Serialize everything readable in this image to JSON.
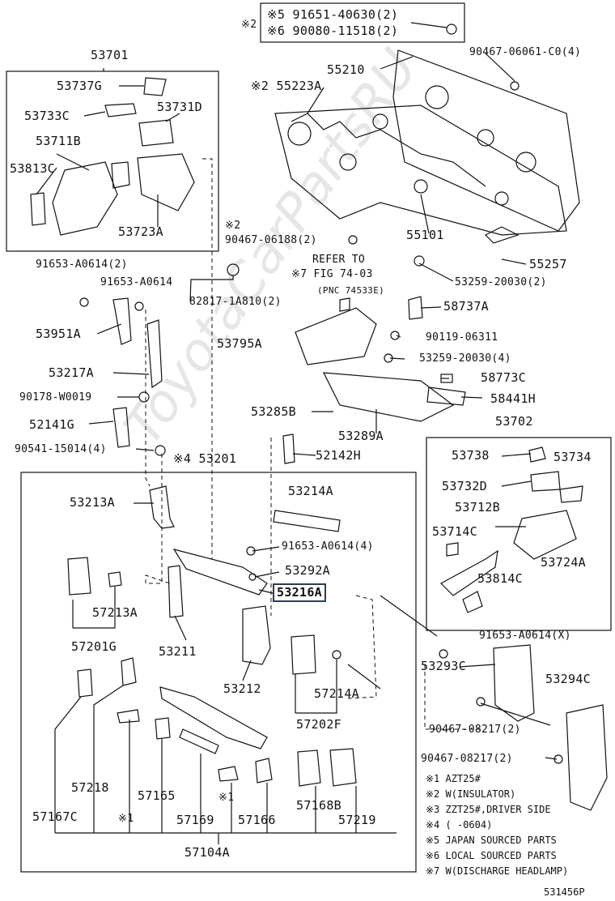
{
  "labels": [
    {
      "id": "53701",
      "text": "53701"
    },
    {
      "id": "53737G",
      "text": "53737G"
    },
    {
      "id": "53733C",
      "text": "53733C"
    },
    {
      "id": "53731D",
      "text": "53731D"
    },
    {
      "id": "53711B",
      "text": "53711B"
    },
    {
      "id": "53813C",
      "text": "53813C"
    },
    {
      "id": "53723A",
      "text": "53723A"
    },
    {
      "id": "n2a",
      "text": "※2"
    },
    {
      "id": "p1",
      "text": "※5 91651-40630(2)"
    },
    {
      "id": "p2",
      "text": "※6 90080-11518(2)"
    },
    {
      "id": "90467-06061",
      "text": "90467-06061-C0(4)"
    },
    {
      "id": "55210",
      "text": "55210"
    },
    {
      "id": "55223A",
      "text": "※2 55223A"
    },
    {
      "id": "55101",
      "text": "55101"
    },
    {
      "id": "n2b",
      "text": "※2"
    },
    {
      "id": "90467-06188",
      "text": "90467-06188(2)"
    },
    {
      "id": "refer1",
      "text": "REFER TO"
    },
    {
      "id": "refer2",
      "text": "※7 FIG 74-03"
    },
    {
      "id": "refer3",
      "text": "(PNC 74533E)"
    },
    {
      "id": "55257",
      "text": "55257"
    },
    {
      "id": "53259a",
      "text": "53259-20030(2)"
    },
    {
      "id": "91653-A0614-2",
      "text": "91653-A0614(2)"
    },
    {
      "id": "91653-A0614",
      "text": "91653-A0614"
    },
    {
      "id": "82817",
      "text": "82817-1A810(2)"
    },
    {
      "id": "58737A",
      "text": "58737A"
    },
    {
      "id": "53951A",
      "text": "53951A"
    },
    {
      "id": "53795A",
      "text": "53795A"
    },
    {
      "id": "90119",
      "text": "90119-06311"
    },
    {
      "id": "53259b",
      "text": "53259-20030(4)"
    },
    {
      "id": "53217A",
      "text": "53217A"
    },
    {
      "id": "58773C",
      "text": "58773C"
    },
    {
      "id": "90178",
      "text": "90178-W0019"
    },
    {
      "id": "58441H",
      "text": "58441H"
    },
    {
      "id": "53285B",
      "text": "53285B"
    },
    {
      "id": "52141G",
      "text": "52141G"
    },
    {
      "id": "53289A",
      "text": "53289A"
    },
    {
      "id": "53702",
      "text": "53702"
    },
    {
      "id": "90541",
      "text": "90541-15014(4)"
    },
    {
      "id": "52142H",
      "text": "52142H"
    },
    {
      "id": "453201",
      "text": "※4 53201"
    },
    {
      "id": "53738",
      "text": "53738"
    },
    {
      "id": "53734",
      "text": "53734"
    },
    {
      "id": "53214A",
      "text": "53214A"
    },
    {
      "id": "53213A",
      "text": "53213A"
    },
    {
      "id": "53732D",
      "text": "53732D"
    },
    {
      "id": "53712B",
      "text": "53712B"
    },
    {
      "id": "91653-A0614-4",
      "text": "91653-A0614(4)"
    },
    {
      "id": "53714C",
      "text": "53714C"
    },
    {
      "id": "53724A",
      "text": "53724A"
    },
    {
      "id": "53292A",
      "text": "53292A"
    },
    {
      "id": "53216A",
      "text": "53216A"
    },
    {
      "id": "53814C",
      "text": "53814C"
    },
    {
      "id": "57213A",
      "text": "57213A"
    },
    {
      "id": "91653-A0614-X",
      "text": "91653-A0614(X)"
    },
    {
      "id": "57201G",
      "text": "57201G"
    },
    {
      "id": "53211",
      "text": "53211"
    },
    {
      "id": "53293C",
      "text": "53293C"
    },
    {
      "id": "53294C",
      "text": "53294C"
    },
    {
      "id": "53212",
      "text": "53212"
    },
    {
      "id": "57214A",
      "text": "57214A"
    },
    {
      "id": "57202F",
      "text": "57202F"
    },
    {
      "id": "90467-08217a",
      "text": "90467-08217(2)"
    },
    {
      "id": "90467-08217b",
      "text": "90467-08217(2)"
    },
    {
      "id": "57218",
      "text": "57218"
    },
    {
      "id": "57165",
      "text": "57165"
    },
    {
      "id": "n1a",
      "text": "※1"
    },
    {
      "id": "57167C",
      "text": "57167C"
    },
    {
      "id": "n1b",
      "text": "※1"
    },
    {
      "id": "57169",
      "text": "57169"
    },
    {
      "id": "57166",
      "text": "57166"
    },
    {
      "id": "57168B",
      "text": "57168B"
    },
    {
      "id": "57219",
      "text": "57219"
    },
    {
      "id": "57104A",
      "text": "57104A"
    },
    {
      "id": "fig",
      "text": "531456P"
    }
  ],
  "notes": [
    "※1 AZT25#",
    "※2 W(INSULATOR)",
    "※3 ZZT25#,DRIVER SIDE",
    "※4 (      -0604)",
    "※5 JAPAN SOURCED PARTS",
    "※6 LOCAL SOURCED PARTS",
    "※7 W(DISCHARGE HEADLAMP)"
  ],
  "highlighted_part": "53216A",
  "watermark": "ToyotaCarPartsRU",
  "colors": {
    "line": "#111111",
    "highlight_border": "#2c3e50",
    "watermark": "#e6e6e6"
  }
}
